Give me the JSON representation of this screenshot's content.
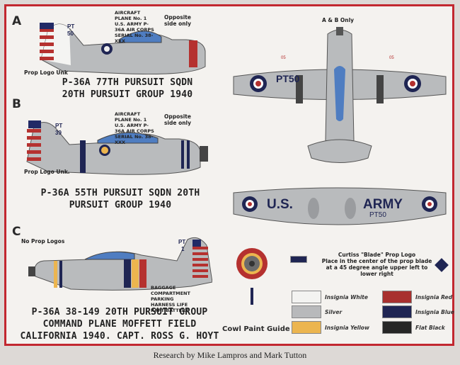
{
  "profiles": [
    {
      "letter": "A",
      "caption_1": "P-36A 77TH PURSUIT SQDN",
      "caption_2": "20TH PURSUIT GROUP 1940",
      "tail_code": "PT",
      "tail_num": "50",
      "side_note": "Opposite side only",
      "prop_note": "Prop Logo Unk",
      "placard": "AIRCRAFT PLANE No. 1 U.S. ARMY P-36A AIR CORPS SERIAL No. 38-XXX"
    },
    {
      "letter": "B",
      "caption_1": "P-36A 55TH PURSUIT SQDN 20TH",
      "caption_2": "PURSUIT GROUP 1940",
      "tail_code": "PT",
      "tail_num": "39",
      "side_note": "Opposite side only",
      "prop_note": "Prop Logo Unk.",
      "placard": "AIRCRAFT PLANE No. 1 U.S. ARMY P-36A AIR CORPS SERIAL No. 38-XXX"
    },
    {
      "letter": "C",
      "caption_1": "P-36A 38-149 20TH PURSUIT GROUP",
      "caption_2": "COMMAND PLANE MOFFETT FIELD",
      "caption_3": "CALIFORNIA 1940. CAPT. ROSS G. HOYT",
      "tail_code": "PT",
      "tail_num": "1",
      "prop_note": "No Prop Logos",
      "placard": "BAGGAGE COMPARTMENT PARKING HARNESS LIFE RAFT BATTERY"
    }
  ],
  "plan_view": {
    "note": "A & B Only",
    "upper_code": "PT50",
    "lower_left": "U.S.",
    "lower_right": "ARMY",
    "lower_code": "PT50",
    "gun_left": "05",
    "gun_right": "05"
  },
  "cowl_guide": "Cowl Paint Guide",
  "prop_logo": {
    "title": "Curtiss \"Blade\" Prop Logo",
    "text": "Place in the center of the prop blade at a 45 degree angle upper left to lower right"
  },
  "swatches": [
    {
      "name": "Insignia White",
      "color": "#f3f3f1"
    },
    {
      "name": "Insignia Red",
      "color": "#a8302e"
    },
    {
      "name": "Silver",
      "color": "#b8b9bb"
    },
    {
      "name": "Insignia Blue",
      "color": "#1f2553"
    },
    {
      "name": "Insignia Yellow",
      "color": "#ecb54f"
    },
    {
      "name": "Flat Black",
      "color": "#262626"
    }
  ],
  "footer": "Research by Mike Lampros and Mark Tutton"
}
